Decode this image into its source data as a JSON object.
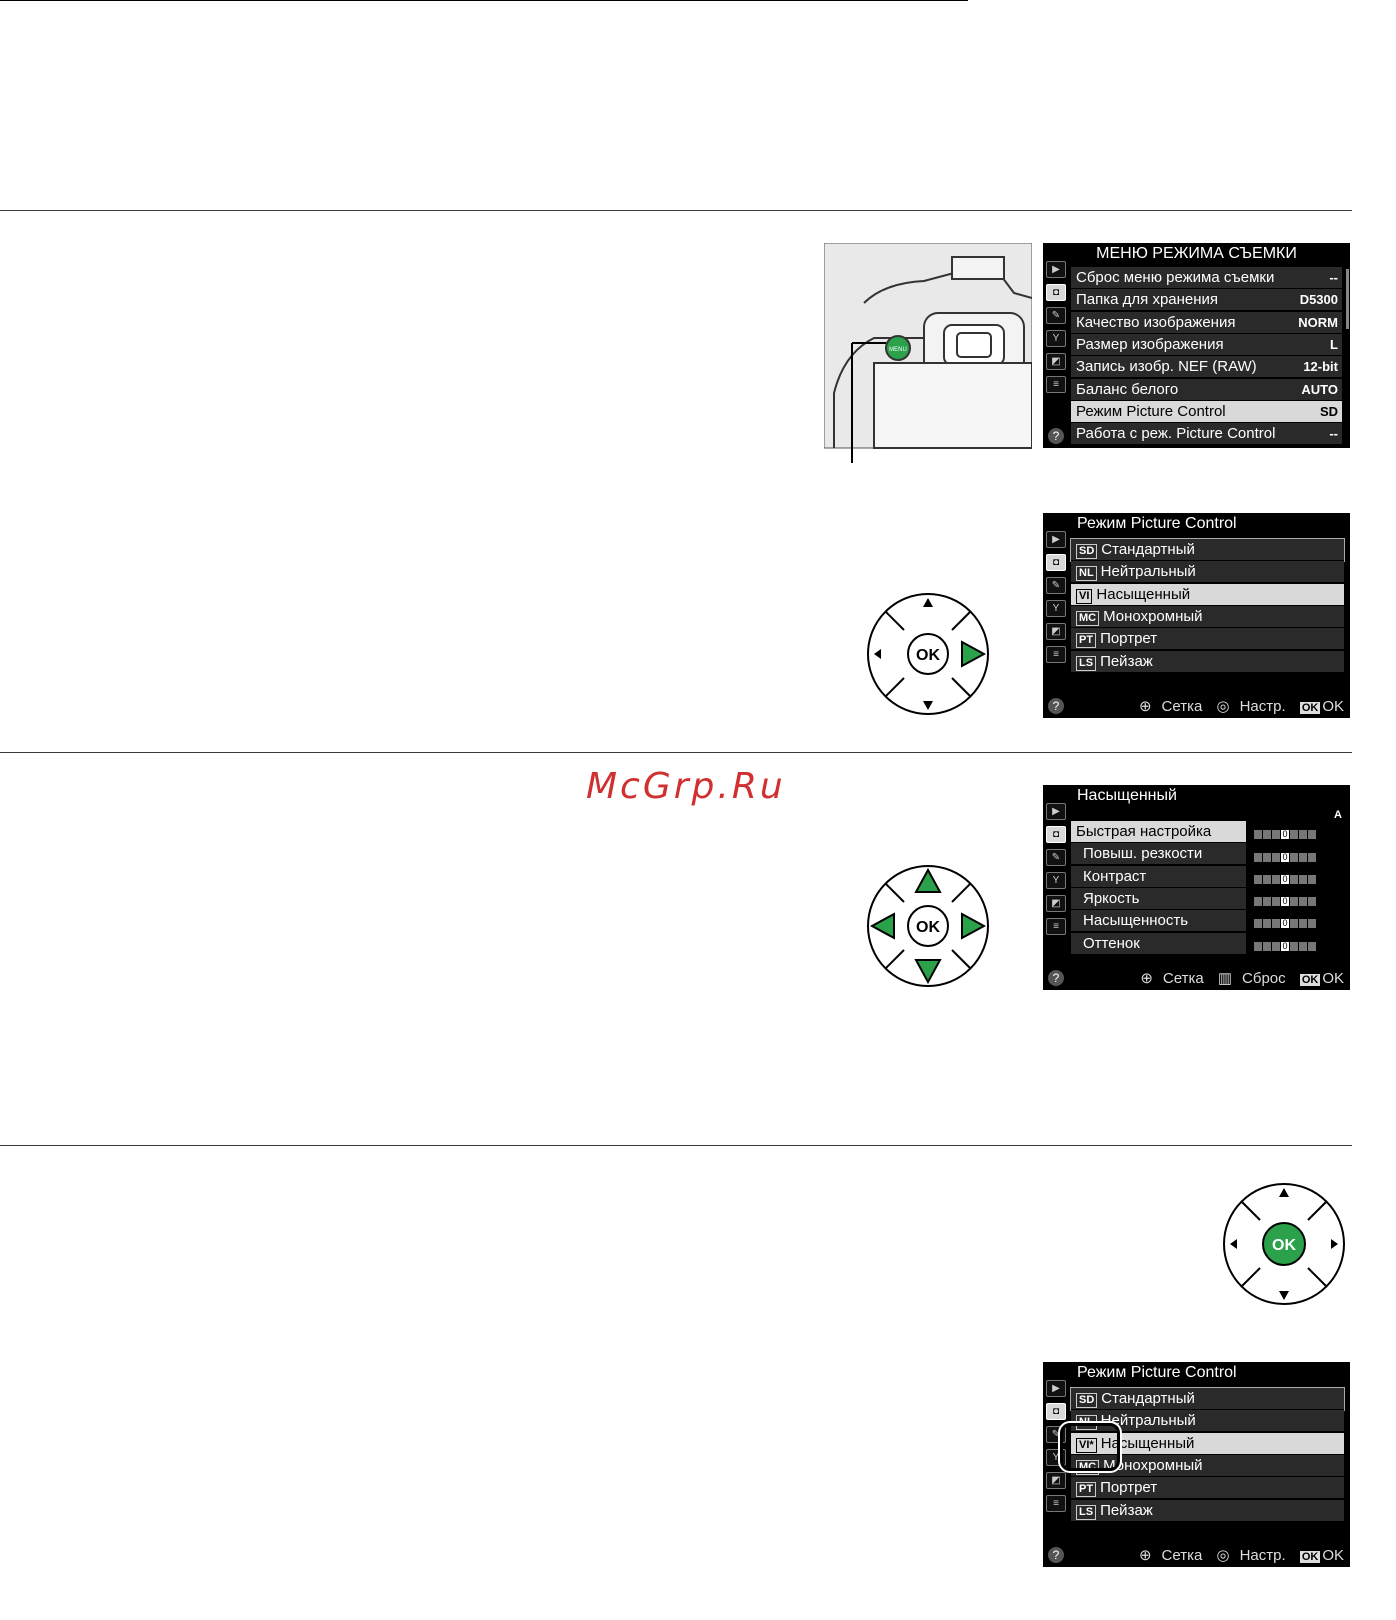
{
  "watermark": "McGrp.Ru",
  "shooting_menu": {
    "title": "МЕНЮ РЕЖИМА СЪЕМКИ",
    "items": [
      {
        "label": "Сброс меню режима съемки",
        "value": "--"
      },
      {
        "label": "Папка для хранения",
        "value": "D5300"
      },
      {
        "label": "Качество изображения",
        "value": "NORM"
      },
      {
        "label": "Размер изображения",
        "value": "L"
      },
      {
        "label": "Запись изобр. NEF (RAW)",
        "value": "12-bit"
      },
      {
        "label": "Баланс белого",
        "value": "AUTO"
      },
      {
        "label": "Режим Picture Control",
        "value": "SD"
      },
      {
        "label": "Работа с реж. Picture Control",
        "value": "--"
      }
    ],
    "selected_index": 6
  },
  "camera_illustration": {
    "button_label": "MENU"
  },
  "picture_control_1": {
    "title": "Режим Picture Control",
    "items": [
      {
        "code": "SD",
        "label": "Стандартный"
      },
      {
        "code": "NL",
        "label": "Нейтральный"
      },
      {
        "code": "VI",
        "label": "Насыщенный"
      },
      {
        "code": "MC",
        "label": "Монохромный"
      },
      {
        "code": "PT",
        "label": "Портрет"
      },
      {
        "code": "LS",
        "label": "Пейзаж"
      }
    ],
    "selected_index": 2,
    "footer": {
      "grid": "Сетка",
      "adjust": "Настр.",
      "ok_key": "OK",
      "ok": "OK"
    }
  },
  "vivid_settings": {
    "title": "Насыщенный",
    "badge": "A",
    "items": [
      {
        "label": "Быстрая настройка"
      },
      {
        "label": "Повыш. резкости"
      },
      {
        "label": "Контраст"
      },
      {
        "label": "Яркость"
      },
      {
        "label": "Насыщенность"
      },
      {
        "label": "Оттенок"
      }
    ],
    "selected_index": 0,
    "footer": {
      "grid": "Сетка",
      "reset": "Сброс",
      "ok_key": "OK",
      "ok": "OK"
    }
  },
  "picture_control_2": {
    "title": "Режим Picture Control",
    "items": [
      {
        "code": "SD",
        "label": "Стандартный"
      },
      {
        "code": "NL",
        "label": "Нейтральный"
      },
      {
        "code": "VI*",
        "label": "Насыщенный"
      },
      {
        "code": "MC",
        "label": "Монохромный"
      },
      {
        "code": "PT",
        "label": "Портрет"
      },
      {
        "code": "LS",
        "label": "Пейзаж"
      }
    ],
    "selected_index": 2,
    "footer": {
      "grid": "Сетка",
      "adjust": "Настр.",
      "ok_key": "OK",
      "ok": "OK"
    }
  },
  "dials": {
    "ok_label": "OK",
    "accent": "#2aa14a"
  }
}
